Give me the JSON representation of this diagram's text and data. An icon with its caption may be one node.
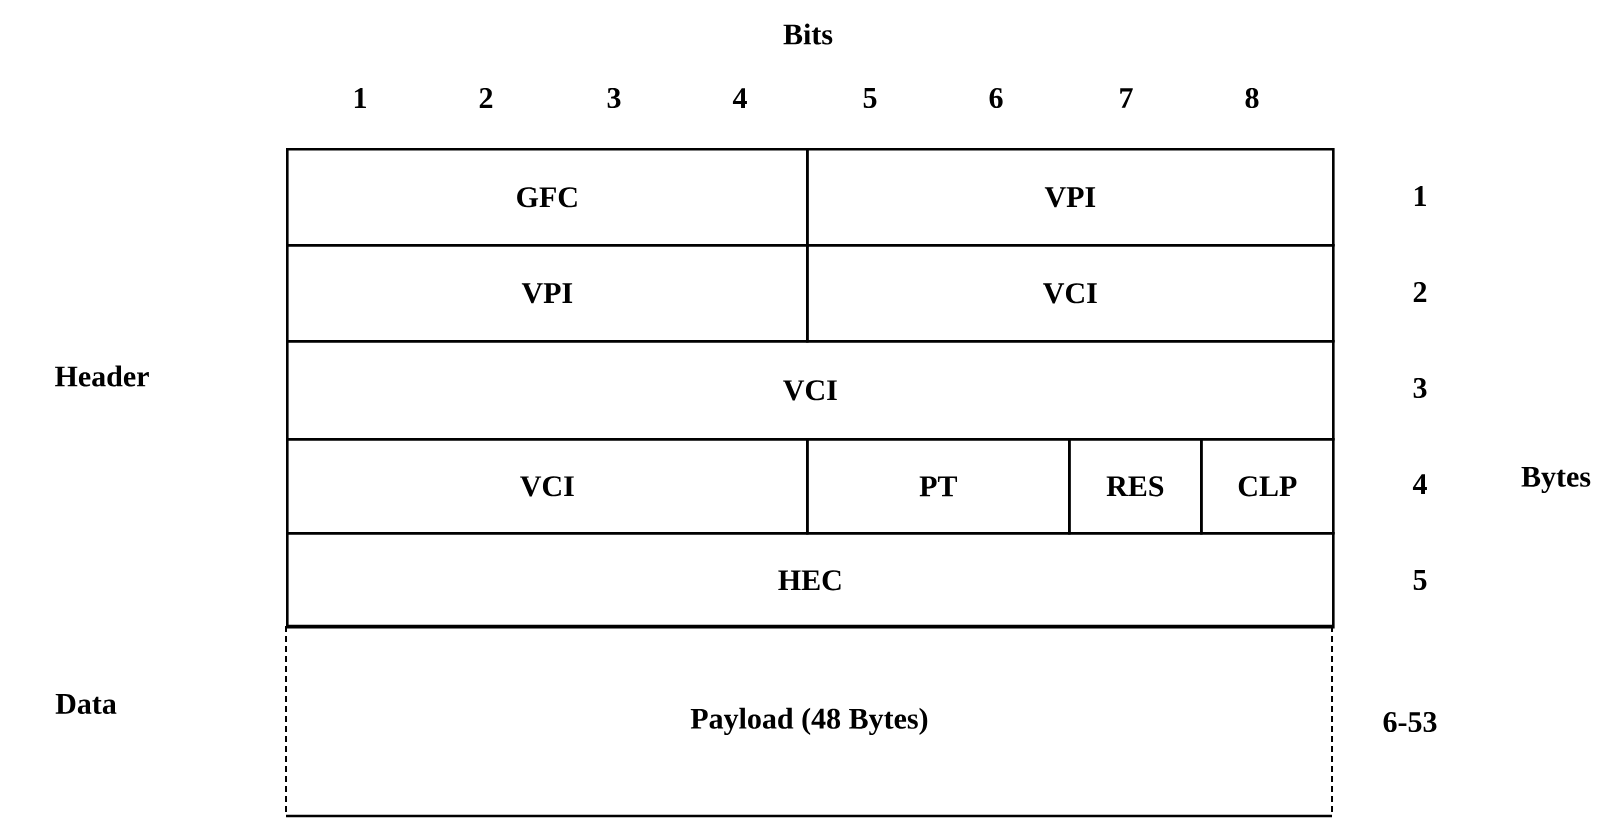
{
  "diagram": {
    "nodes": [
      {
        "text": [
          "GFC"
        ]
      },
      {
        "text": [
          "VPI"
        ]
      },
      {
        "text": [
          "VPI"
        ]
      },
      {
        "text": [
          "VCI"
        ]
      },
      {
        "text": [
          "VCI"
        ]
      },
      {
        "text": [
          "VCI"
        ]
      },
      {
        "text": [
          "PT"
        ]
      },
      {
        "text": [
          "RES"
        ]
      },
      {
        "text": [
          "CLP"
        ]
      },
      {
        "text": [
          "HEC"
        ]
      },
      {
        "text": [
          "Payload (48 Bytes)"
        ]
      }
    ],
    "labels": [
      "Bits",
      "1",
      "2",
      "3",
      "4",
      "5",
      "6",
      "7",
      "8",
      "1",
      "2",
      "Header",
      "3",
      "4",
      "Bytes",
      "5",
      "Data",
      "6-53"
    ]
  }
}
